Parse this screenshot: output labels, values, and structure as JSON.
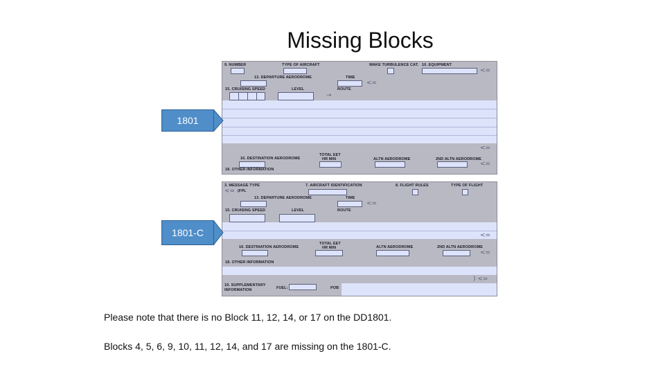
{
  "slide": {
    "title": "Missing Blocks",
    "notes": [
      "Please note that there is no Block 11, 12, 14, or 17 on the DD1801.",
      "Blocks 4, 5, 6, 9, 10, 11, 12, 14, and 17 are missing on the 1801-C."
    ]
  },
  "callouts": [
    {
      "label": "1801"
    },
    {
      "label": "1801-C"
    }
  ],
  "form_1801": {
    "labels": {
      "number": "9. NUMBER",
      "type_aircraft": "TYPE OF AIRCRAFT",
      "wake": "WAKE TURBULENCE CAT.",
      "equipment": "10. EQUIPMENT",
      "departure": "13. DEPARTURE AERODROME",
      "time": "TIME",
      "cruising": "15. CRUISING SPEED",
      "level": "LEVEL",
      "route": "ROUTE",
      "destination": "16. DESTINATION AERODROME",
      "total_eet": "TOTAL EET",
      "hr_min": "HR MIN",
      "altn": "ALTN AERODROME",
      "altn2": "2ND ALTN AERODROME",
      "other": "18. OTHER INFORMATION"
    }
  },
  "form_1801c": {
    "labels": {
      "message": "3. MESSAGE TYPE",
      "fpl": "(FPL",
      "aircraft_id": "7. AIRCRAFT IDENTIFICATION",
      "flight_rules": "8. FLIGHT RULES",
      "type_flight": "TYPE OF FLIGHT",
      "departure": "13. DEPARTURE AERODROME",
      "time": "TIME",
      "cruising": "15. CRUISING SPEED",
      "level": "LEVEL",
      "route": "ROUTE",
      "destination": "16. DESTINATION AERODROME",
      "total_eet": "TOTAL EET",
      "hr_min": "HR MIN",
      "altn": "ALTN AERODROME",
      "altn2": "2ND ALTN AERODROME",
      "other": "18. OTHER INFORMATION",
      "supplementary": "19. SUPPLEMENTARY",
      "information": "INFORMATION",
      "fuel": "FUEL:",
      "pob": "POB"
    }
  },
  "colors": {
    "callout_fill": "#4f8ec9",
    "form_background": "#b9b9c3",
    "field_fill": "#dde3fb"
  }
}
